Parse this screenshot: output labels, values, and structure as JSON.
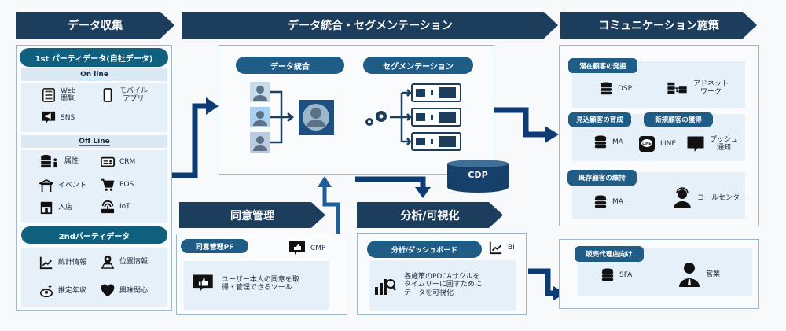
{
  "headers": {
    "collect": "データ収集",
    "integrate": "データ統合・セグメンテーション",
    "communication": "コミュニケーション施策",
    "consent": "同意管理",
    "analysis": "分析/可視化"
  },
  "collect": {
    "first_party_title": "1st パーティデータ(自社データ)",
    "online_label": "On line",
    "online_items": [
      {
        "icon": "web-browsing-icon",
        "label": "Web\n閲覧"
      },
      {
        "icon": "mobile-icon",
        "label": "モバイル\nアプリ"
      },
      {
        "icon": "sns-megaphone-icon",
        "label": "SNS"
      }
    ],
    "offline_label": "Off Line",
    "offline_items": [
      {
        "icon": "attribute-icon",
        "label": "属性"
      },
      {
        "icon": "crm-card-icon",
        "label": "CRM"
      },
      {
        "icon": "event-tent-icon",
        "label": "イベント"
      },
      {
        "icon": "pos-cart-icon",
        "label": "POS"
      },
      {
        "icon": "store-icon",
        "label": "入店"
      },
      {
        "icon": "iot-router-icon",
        "label": "IoT"
      }
    ],
    "second_party_title": "2ndパーティデータ",
    "second_items": [
      {
        "icon": "stats-chart-icon",
        "label": "統計情報"
      },
      {
        "icon": "location-pin-icon",
        "label": "位置情報"
      },
      {
        "icon": "income-coin-icon",
        "label": "推定年収"
      },
      {
        "icon": "heart-icon",
        "label": "興味関心"
      }
    ]
  },
  "integrate": {
    "merge_title": "データ統合",
    "segment_title": "セグメンテーション",
    "cdp_label": "CDP"
  },
  "consent": {
    "pill": "同意管理PF",
    "cmp_label": "CMP",
    "description": "ユーザー本人の同意を取\n得・管理できるツール"
  },
  "analysis": {
    "pill": "分析/ダッシュボード",
    "bi_label": "BI",
    "description": "各施策のPDCAサクルを\nタイムリーに回すために\nデータを可視化"
  },
  "communication": {
    "latent_tag": "潜在顧客の発掘",
    "latent_items": [
      {
        "icon": "database-icon",
        "label": "DSP"
      },
      {
        "icon": "ad-network-icon",
        "label": "アドネット\nワーク"
      }
    ],
    "nurture_tag": "見込顧客の育成",
    "acquire_tag": "新規顧客の獲得",
    "nurture_items": [
      {
        "icon": "database-icon",
        "label": "MA"
      },
      {
        "icon": "line-icon",
        "label": "LINE"
      },
      {
        "icon": "push-bubble-icon",
        "label": "プッシュ\n通知"
      }
    ],
    "retain_tag": "既存顧客の維持",
    "retain_items": [
      {
        "icon": "database-icon",
        "label": "MA"
      },
      {
        "icon": "call-center-icon",
        "label": "コールセンター"
      }
    ],
    "dealer_tag": "販売代理店向け",
    "dealer_items": [
      {
        "icon": "database-icon",
        "label": "SFA"
      },
      {
        "icon": "sales-person-icon",
        "label": "営業"
      }
    ]
  },
  "colors": {
    "header": "#1d3d5c",
    "pill": "#1f5d86",
    "arrow": "#0d3b73",
    "panel_border": "#9fb7cc",
    "sub_bg": "#e6f0f8"
  }
}
